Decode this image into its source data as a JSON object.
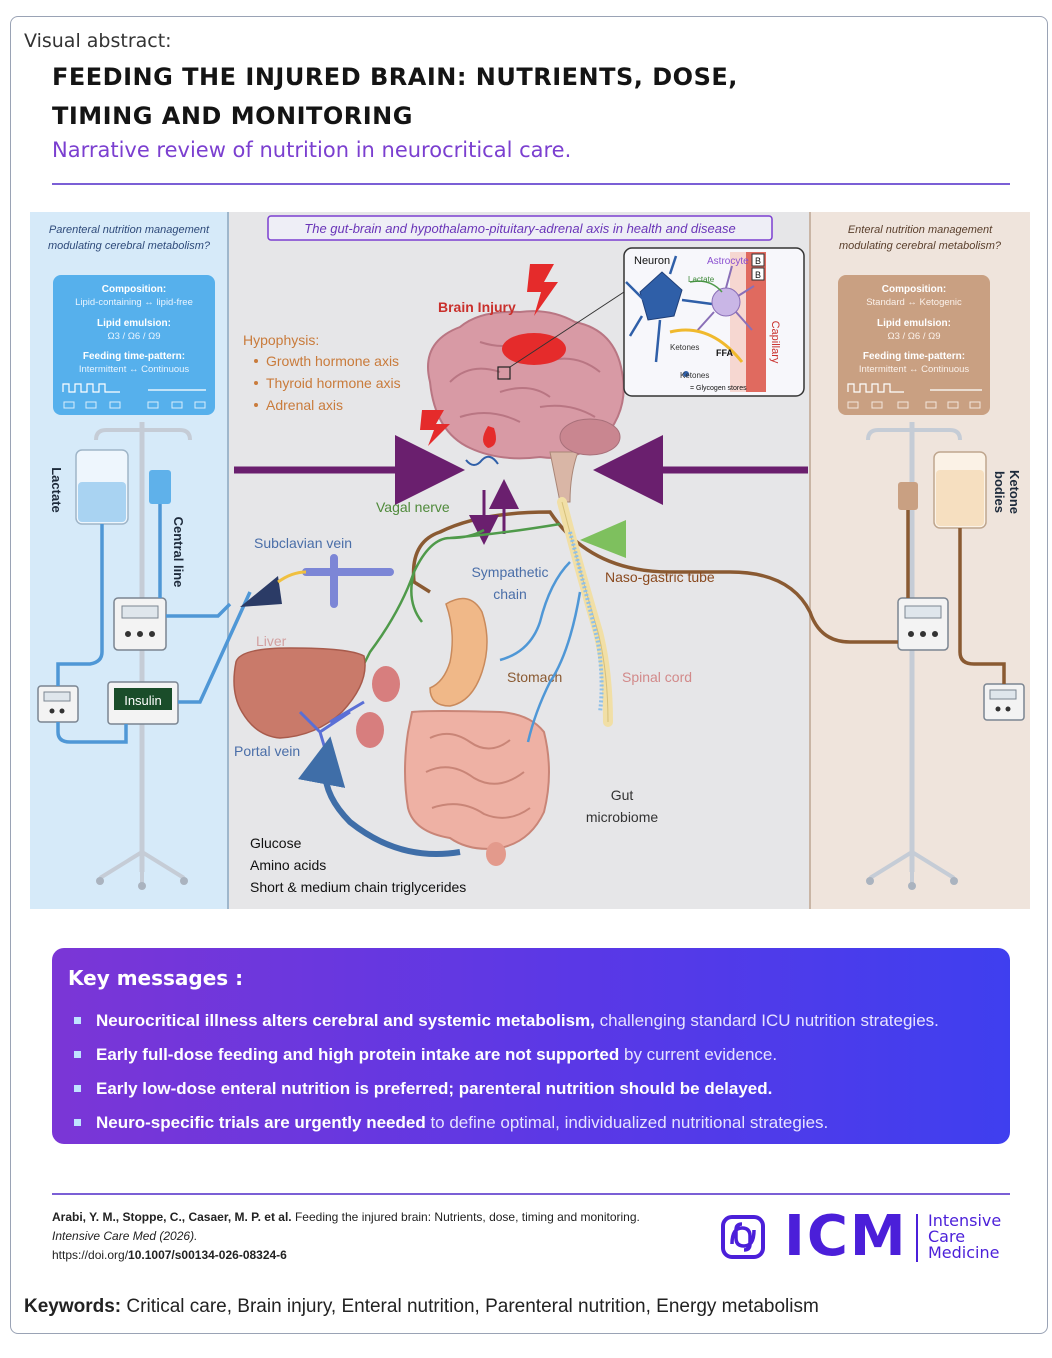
{
  "header": {
    "label": "Visual abstract:",
    "title_line1": "FEEDING THE INJURED BRAIN: NUTRIENTS, DOSE,",
    "title_line2": "TIMING AND MONITORING",
    "subtitle": "Narrative review of nutrition in neurocritical care."
  },
  "diagram": {
    "left_panel": {
      "heading_line1": "Parenteral nutrition management",
      "heading_line2": "modulating cerebral metabolism?",
      "composition_label": "Composition:",
      "composition_value": "Lipid-containing ↔ lipid-free",
      "lipid_label": "Lipid emulsion:",
      "lipid_value": "Ω3 / Ω6 / Ω9",
      "pattern_label": "Feeding time-pattern:",
      "pattern_value": "Intermittent ↔ Continuous",
      "lactate": "Lactate",
      "central_line": "Central line",
      "insulin": "Insulin"
    },
    "right_panel": {
      "heading_line1": "Enteral nutrition management",
      "heading_line2": "modulating cerebral metabolism?",
      "composition_label": "Composition:",
      "composition_value": "Standard ↔ Ketogenic",
      "lipid_label": "Lipid emulsion:",
      "lipid_value": "Ω3 / Ω6 / Ω9",
      "pattern_label": "Feeding time-pattern:",
      "pattern_value": "Intermittent ↔ Continuous",
      "ketone_line1": "Ketone",
      "ketone_line2": "bodies"
    },
    "center": {
      "axis_title": "The gut-brain and hypothalamo-pituitary-adrenal axis in health and disease",
      "brain_injury": "Brain Injury",
      "hypophysis": "Hypophysis:",
      "hormone_axes": [
        "Growth hormone axis",
        "Thyroid hormone axis",
        "Adrenal axis"
      ],
      "vagal_nerve": "Vagal nerve",
      "subclavian_vein": "Subclavian vein",
      "sympathetic_line1": "Sympathetic",
      "sympathetic_line2": "chain",
      "naso_gastric_tube": "Naso-gastric tube",
      "liver": "Liver",
      "stomach": "Stomach",
      "spinal_cord": "Spinal cord",
      "portal_vein": "Portal vein",
      "gut_line1": "Gut",
      "gut_line2": "microbiome",
      "nutrients": [
        "Glucose",
        "Amino acids",
        "Short & medium chain triglycerides"
      ]
    },
    "inset": {
      "neuron": "Neuron",
      "astrocyte": "Astrocyte",
      "lactate": "Lactate",
      "ketones_1": "Ketones",
      "ffa": "FFA",
      "ketones_2": "Ketones",
      "glycogen": "= Glycogen stores",
      "capillary": "Capillary",
      "bbb_1": "B",
      "bbb_2": "B"
    },
    "colors": {
      "left_bg": "#d6eaf9",
      "center_bg": "#e6e6e8",
      "right_bg": "#efe4dc",
      "purple": "#6a1f6e",
      "red": "#e52b2b",
      "blue_line": "#4f97d6",
      "brown_line": "#8a5a32",
      "green_nerve": "#4f9a4a"
    }
  },
  "key_messages": {
    "title": "Key messages :",
    "items": [
      {
        "bold": "Neurocritical illness alters cerebral and systemic metabolism,",
        "normal": " challenging standard ICU nutrition strategies."
      },
      {
        "bold": "Early full-dose feeding and high protein intake are not supported",
        "normal": " by current evidence."
      },
      {
        "bold": "Early low-dose enteral nutrition is preferred; parenteral nutrition should be delayed.",
        "normal": ""
      },
      {
        "bold": "Neuro-specific trials are urgently needed",
        "normal": " to define optimal, individualized nutritional strategies."
      }
    ]
  },
  "citation": {
    "authors": "Arabi, Y. M., Stoppe, C., Casaer, M. P. et al.",
    "title": " Feeding the injured brain: Nutrients, dose, timing and monitoring.",
    "journal": "Intensive Care Med (2026).",
    "doi_prefix": "https://doi.org/",
    "doi": "10.1007/s00134-026-08324-6"
  },
  "logo": {
    "abbr": "ICM",
    "line1": "Intensive",
    "line2": "Care",
    "line3": "Medicine"
  },
  "keywords": {
    "label": "Keywords:",
    "value": "Critical care, Brain injury, Enteral nutrition, Parenteral nutrition, Energy metabolism"
  }
}
